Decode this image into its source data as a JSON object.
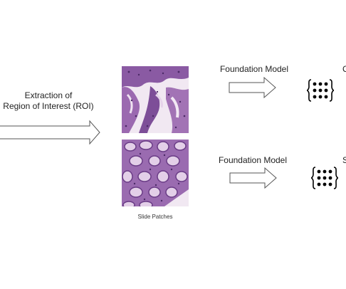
{
  "roi": {
    "line1": "Extraction of",
    "line2": "Region of Interest (ROI)"
  },
  "foundation_model_top": "Foundation Model",
  "foundation_model_bottom": "Foundation Model",
  "patches_caption": "Slide Patches",
  "right_cut_top": "C",
  "right_cut_bottom": "S",
  "patch_colors": {
    "tissue_dark": "#6b3f8a",
    "tissue_mid": "#a574b8",
    "tissue_light": "#d8b8de",
    "background": "#f4eef5"
  }
}
